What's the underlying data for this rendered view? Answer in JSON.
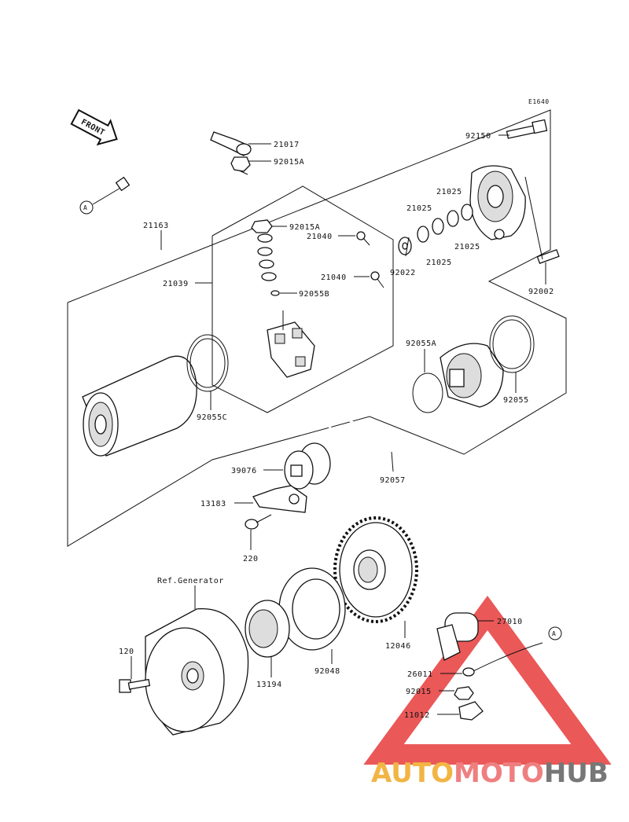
{
  "diagram": {
    "code": "E1640",
    "front_label": "FRONT",
    "ref_label": "Ref.Generator",
    "connector_label": "A",
    "parts": [
      {
        "key": "p21017",
        "num": "21017"
      },
      {
        "key": "p92015A_top",
        "num": "92015A"
      },
      {
        "key": "p92015A_mid",
        "num": "92015A"
      },
      {
        "key": "p21040_a",
        "num": "21040"
      },
      {
        "key": "p21040_b",
        "num": "21040"
      },
      {
        "key": "p92055B",
        "num": "92055B"
      },
      {
        "key": "p21163",
        "num": "21163"
      },
      {
        "key": "p21039",
        "num": "21039"
      },
      {
        "key": "p92055C",
        "num": "92055C"
      },
      {
        "key": "p92150",
        "num": "92150"
      },
      {
        "key": "p21025_a",
        "num": "21025"
      },
      {
        "key": "p21025_b",
        "num": "21025"
      },
      {
        "key": "p21025_c",
        "num": "21025"
      },
      {
        "key": "p21025_d",
        "num": "21025"
      },
      {
        "key": "p92022",
        "num": "92022"
      },
      {
        "key": "p92002",
        "num": "92002"
      },
      {
        "key": "p92055A",
        "num": "92055A"
      },
      {
        "key": "p92055",
        "num": "92055"
      },
      {
        "key": "p39076",
        "num": "39076"
      },
      {
        "key": "p92057",
        "num": "92057"
      },
      {
        "key": "p13183",
        "num": "13183"
      },
      {
        "key": "p220",
        "num": "220"
      },
      {
        "key": "p12046",
        "num": "12046"
      },
      {
        "key": "p27010",
        "num": "27010"
      },
      {
        "key": "p26011",
        "num": "26011"
      },
      {
        "key": "p92015",
        "num": "92015"
      },
      {
        "key": "p11012",
        "num": "11012"
      },
      {
        "key": "p120",
        "num": "120"
      },
      {
        "key": "p13194",
        "num": "13194"
      },
      {
        "key": "p92048",
        "num": "92048"
      }
    ]
  },
  "watermark": {
    "part1": "AUTO",
    "part2": "MOTO",
    "part3": "HUB",
    "colors": {
      "auto": "#f2b544",
      "moto": "#ef7f7f",
      "hub": "#777777",
      "triangle": "#e63b3b"
    }
  }
}
